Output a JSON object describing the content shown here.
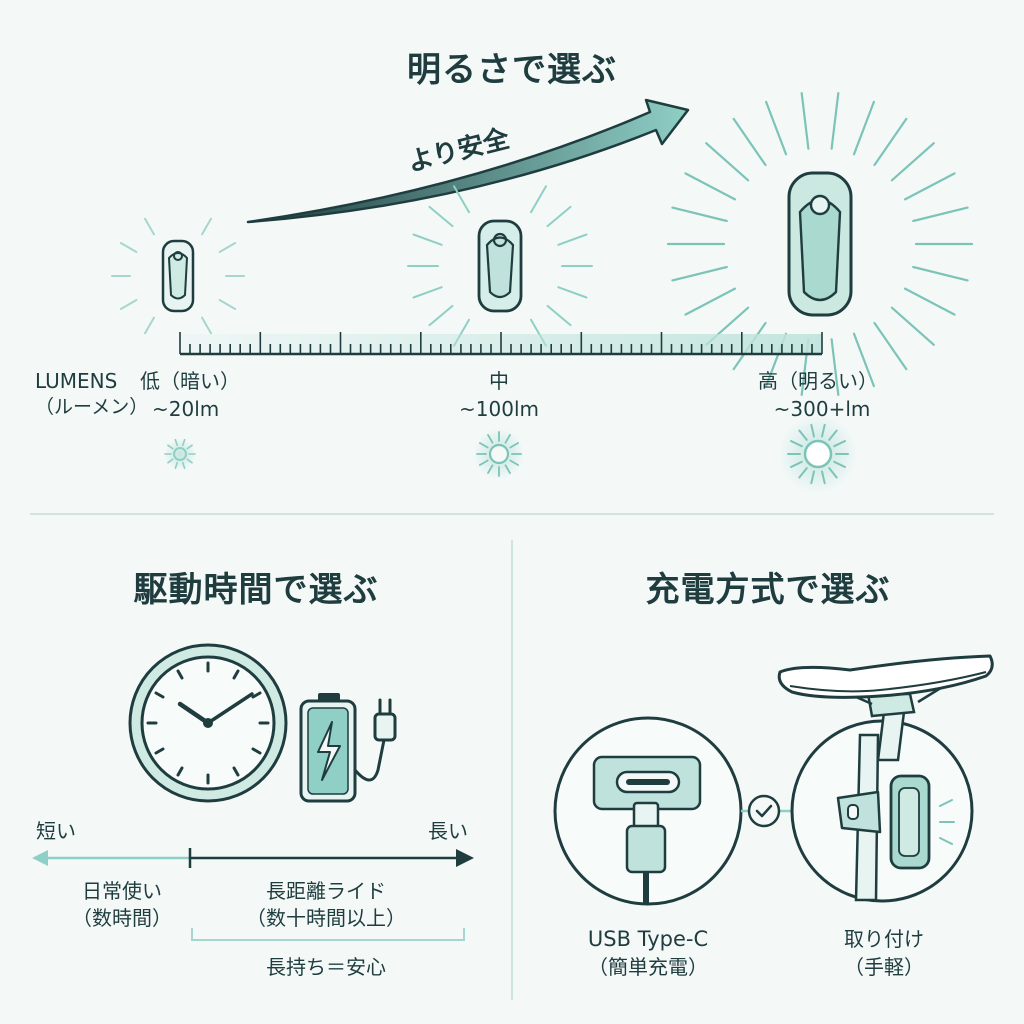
{
  "brightness": {
    "title": "明るさで選ぶ",
    "arrow_label": "より安全",
    "axis_label_line1": "LUMENS",
    "axis_label_line2": "（ルーメン）",
    "levels": [
      {
        "name": "低（暗い）",
        "value": "~20lm"
      },
      {
        "name": "中",
        "value": "~100lm"
      },
      {
        "name": "高（明るい）",
        "value": "~300+lm"
      }
    ]
  },
  "runtime": {
    "title": "駆動時間で選ぶ",
    "short_label": "短い",
    "long_label": "長い",
    "daily_line1": "日常使い",
    "daily_line2": "（数時間）",
    "long_ride_line1": "長距離ライド",
    "long_ride_line2": "（数十時間以上）",
    "summary": "長持ち＝安心"
  },
  "charging": {
    "title": "充電方式で選ぶ",
    "usb_line1": "USB Type-C",
    "usb_line2": "（簡単充電）",
    "mount_line1": "取り付け",
    "mount_line2": "（手軽）"
  },
  "colors": {
    "ink": "#1f3d3f",
    "teal": "#5fa8a0",
    "mint": "#bfe3dc",
    "background": "#f4f9f8"
  }
}
